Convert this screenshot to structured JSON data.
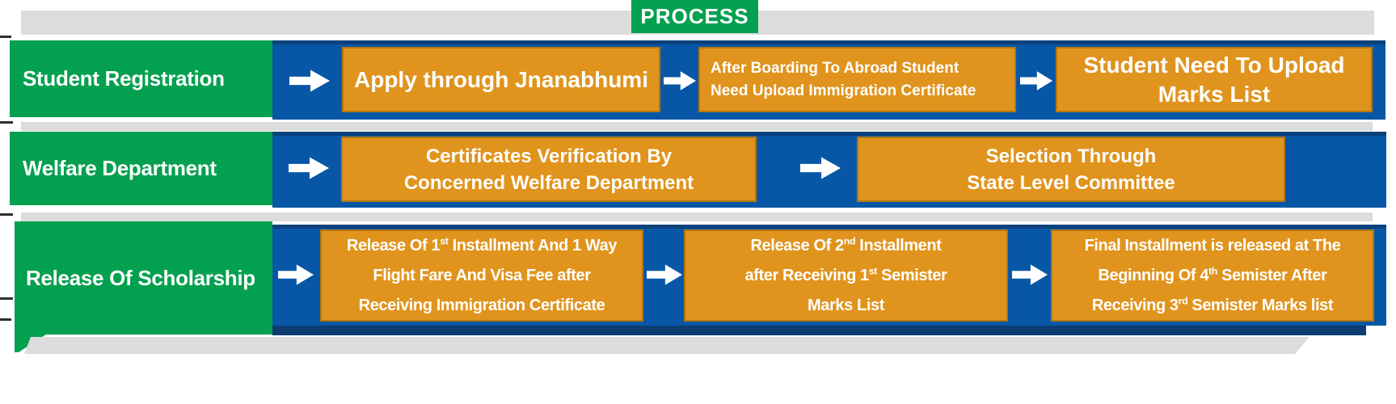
{
  "colors": {
    "green": "#03a04f",
    "blue": "#0757a6",
    "orange": "#e0941d",
    "orange_border": "#b5770f",
    "gray": "#dcdcdc",
    "navy": "#0d3c72"
  },
  "header": {
    "title": "PROCESS"
  },
  "rows": [
    {
      "label": "Student Registration",
      "steps": [
        {
          "lines": [
            [
              "Apply through Jnanabhumi"
            ]
          ]
        },
        {
          "lines": [
            [
              "After Boarding To Abroad Student"
            ],
            [
              "Need Upload Immigration Certificate"
            ]
          ]
        },
        {
          "lines": [
            [
              "Student Need To Upload"
            ],
            [
              "Marks List"
            ]
          ]
        }
      ]
    },
    {
      "label": "Welfare Department",
      "steps": [
        {
          "lines": [
            [
              "Certificates Verification By"
            ],
            [
              "Concerned Welfare Department"
            ]
          ]
        },
        {
          "lines": [
            [
              "Selection Through"
            ],
            [
              "State Level Committee"
            ]
          ]
        }
      ]
    },
    {
      "label": "Release Of Scholarship",
      "steps": [
        {
          "lines": [
            [
              "Release Of 1",
              "st",
              " Installment And 1 Way"
            ],
            [
              "Flight Fare And Visa Fee after"
            ],
            [
              "Receiving Immigration Certificate"
            ]
          ]
        },
        {
          "lines": [
            [
              "Release Of 2",
              "nd",
              " Installment"
            ],
            [
              "after Receiving 1",
              "st",
              " Semister"
            ],
            [
              "Marks List"
            ]
          ]
        },
        {
          "lines": [
            [
              "Final Installment is released at The"
            ],
            [
              "Beginning Of 4",
              "th",
              " Semister After"
            ],
            [
              "Receiving 3",
              "rd",
              " Semister Marks list"
            ]
          ]
        }
      ]
    }
  ]
}
